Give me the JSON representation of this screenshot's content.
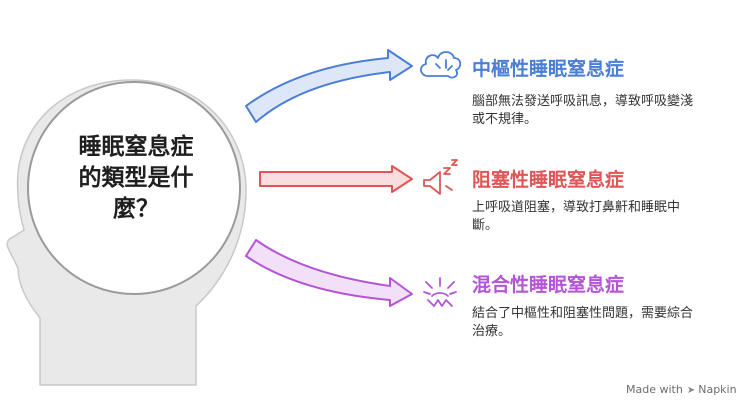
{
  "center": {
    "line1": "睡眠窒息症",
    "line2": "的類型是什",
    "line3": "麼？"
  },
  "items": [
    {
      "title": "中樞性睡眠窒息症",
      "desc_line1": "腦部無法發送呼吸訊息，導致呼吸變淺",
      "desc_line2": "或不規律。",
      "color": "#4a7fd4",
      "icon": "brain-cloud-icon"
    },
    {
      "title": "阻塞性睡眠窒息症",
      "desc_line1": "上呼吸道阻塞，導致打鼻鼾和睡眠中",
      "desc_line2": "斷。",
      "color": "#e05555",
      "icon": "snore-zzz-icon"
    },
    {
      "title": "混合性睡眠窒息症",
      "desc_line1": "結合了中樞性和阻塞性問題，需要綜合",
      "desc_line2": "治療。",
      "color": "#b455d6",
      "icon": "mixed-burst-icon"
    }
  ],
  "footer": {
    "made_with": "Made with",
    "brand": "Napkin"
  }
}
